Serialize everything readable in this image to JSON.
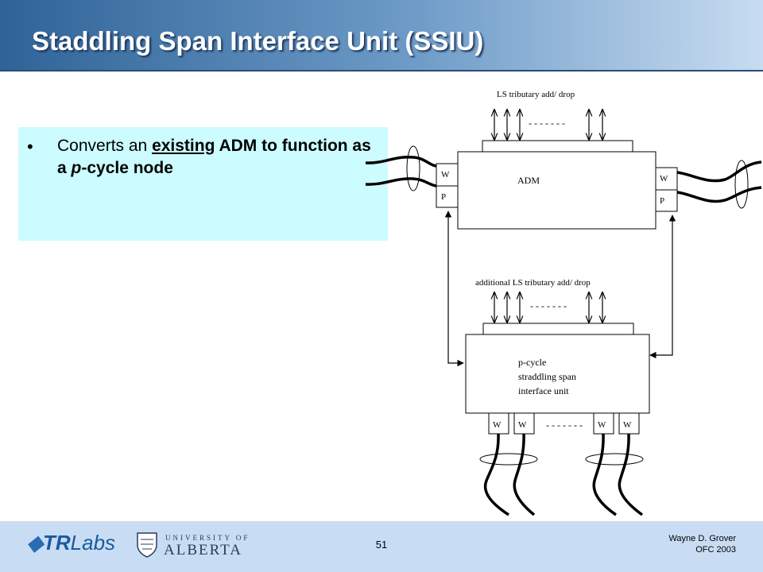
{
  "slide": {
    "title": "Staddling Span Interface Unit (SSIU)",
    "bullet_prefix": "Converts an ",
    "bullet_emph": "existing",
    "bullet_suffix_1": " ADM to function as a ",
    "bullet_italic": "p",
    "bullet_suffix_2": "-cycle node"
  },
  "diagram": {
    "top_label": "LS tributary add/ drop",
    "top_dashes": "- - - - - - -",
    "adm_label": "ADM",
    "port_w": "W",
    "port_p": "P",
    "mid_label": "additional LS tributary add/ drop",
    "mid_dashes": "- - - - - - -",
    "unit_line1": "p-cycle",
    "unit_line2": "straddling span",
    "unit_line3": "interface unit",
    "bottom_dashes": "- - - - - - -"
  },
  "footer": {
    "tr_logo_text": "TR",
    "tr_logo_labs": "Labs",
    "ua_small": "UNIVERSITY OF",
    "ua_big": "ALBERTA",
    "page_number": "51",
    "author": "Wayne D. Grover",
    "event": "OFC 2003"
  },
  "colors": {
    "header_dark": "#2f6398",
    "header_light": "#c7dcf1",
    "textbox_bg": "#ccfcff",
    "footer_bg": "#c8ddf4"
  }
}
